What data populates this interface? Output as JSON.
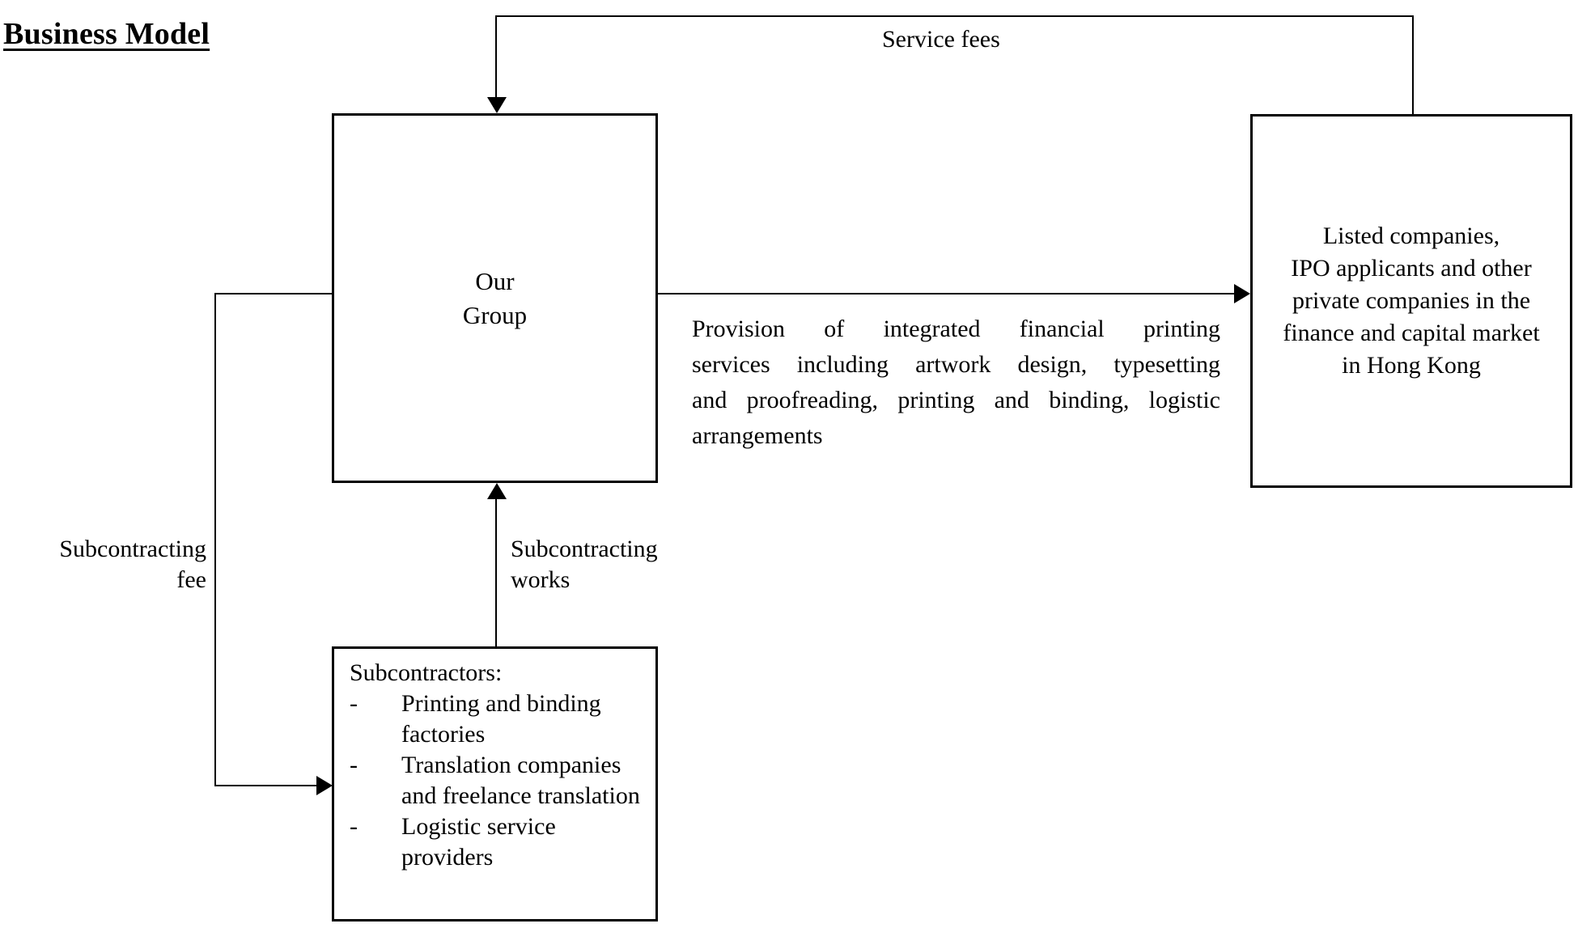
{
  "title": "Business Model",
  "nodes": {
    "our_group": {
      "line1": "Our",
      "line2": "Group"
    },
    "clients": {
      "line1": "Listed companies,",
      "line2": "IPO applicants and other",
      "line3": "private companies in the",
      "line4": "finance and capital market",
      "line5": "in Hong Kong"
    },
    "subcontractors": {
      "heading": "Subcontractors:",
      "bullet_marker": "-",
      "items": [
        "Printing and binding factories",
        "Translation companies and freelance translation",
        "Logistic service providers"
      ],
      "item_lines": [
        [
          "Printing and binding",
          "factories"
        ],
        [
          "Translation",
          "companies and",
          "freelance translation"
        ],
        [
          "Logistic service",
          "providers"
        ]
      ]
    }
  },
  "edges": {
    "service_fees": "Service fees",
    "subcontracting_fee_line1": "Subcontracting",
    "subcontracting_fee_line2": "fee",
    "subcontracting_works_line1": "Subcontracting",
    "subcontracting_works_line2": "works",
    "provision": {
      "full": "Provision of integrated financial printing services including artwork design, typesetting and proofreading, printing and binding, logistic arrangements",
      "line1": "Provision of integrated financial printing",
      "line2": "services including artwork design, typesetting",
      "line3": "and proofreading, printing and binding, logistic",
      "line4": "arrangements"
    }
  },
  "colors": {
    "line": "#000000",
    "text": "#000000",
    "background": "#ffffff"
  }
}
